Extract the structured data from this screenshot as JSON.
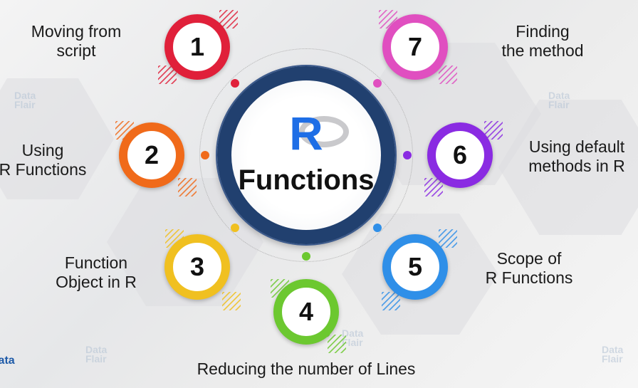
{
  "center": {
    "logo_letter": "R",
    "title": "Functions"
  },
  "steps": [
    {
      "number": "1",
      "label_lines": [
        "Moving from",
        "script"
      ],
      "color": "#e0203a"
    },
    {
      "number": "2",
      "label_lines": [
        "Using",
        "R Functions"
      ],
      "color": "#f06a1a"
    },
    {
      "number": "3",
      "label_lines": [
        "Function",
        "Object in R"
      ],
      "color": "#f0c020"
    },
    {
      "number": "4",
      "label_lines": [
        "Reducing the number of Lines"
      ],
      "color": "#6cc830"
    },
    {
      "number": "5",
      "label_lines": [
        "Scope of",
        "R Functions"
      ],
      "color": "#2f8fe8"
    },
    {
      "number": "6",
      "label_lines": [
        "Using default",
        "methods in R"
      ],
      "color": "#8a2be2"
    },
    {
      "number": "7",
      "label_lines": [
        "Finding",
        "the method"
      ],
      "color": "#e04fc0"
    }
  ],
  "watermark": {
    "line1": "Data",
    "line2": "Flair"
  }
}
